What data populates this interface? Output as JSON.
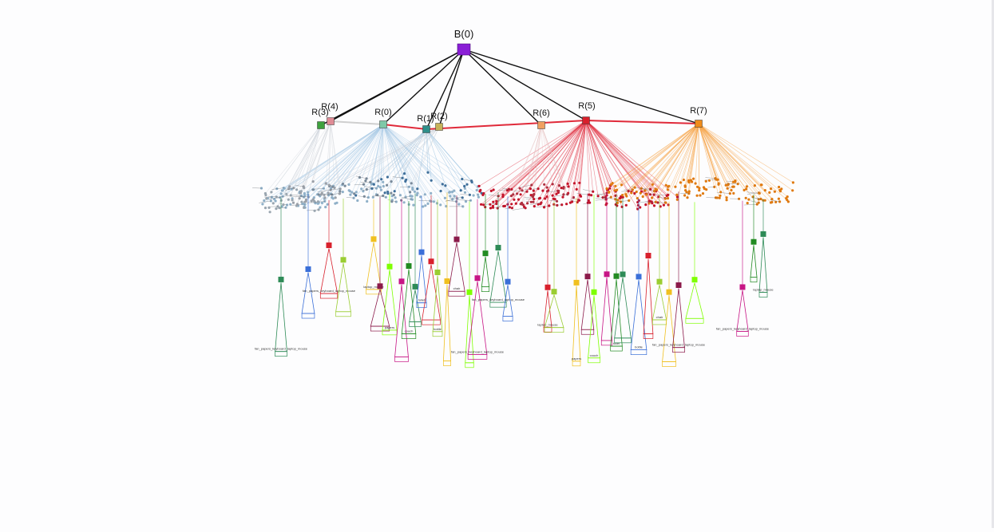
{
  "building": {
    "label": "B(0)",
    "color": "#8a1fd6"
  },
  "rooms": [
    {
      "label": "R(0)",
      "color": "#7fc8a8",
      "edge_color": "#a9cbe6",
      "node_color": "#8fb0c8"
    },
    {
      "label": "R(1)",
      "color": "#2f8f8a",
      "edge_color": "#7fb3d8",
      "node_color": "#3f6f9a"
    },
    {
      "label": "R(2)",
      "color": "#c6b35a",
      "edge_color": "#c8d0d8",
      "node_color": "#7a8a9a"
    },
    {
      "label": "R(3)",
      "color": "#3ea23e",
      "edge_color": "#cfd6dc",
      "node_color": "#9aa6b0"
    },
    {
      "label": "R(4)",
      "color": "#e08c96",
      "edge_color": "#d0d4d8",
      "node_color": "#9aa0a8"
    },
    {
      "label": "R(5)",
      "color": "#d8202c",
      "edge_color": "#e0303f",
      "node_color": "#c4142a"
    },
    {
      "label": "R(6)",
      "color": "#f0a060",
      "edge_color": "#e6c0c0",
      "node_color": "#b03040"
    },
    {
      "label": "R(7)",
      "color": "#f08c1a",
      "edge_color": "#f5a040",
      "node_color": "#e07a10"
    }
  ],
  "object_labels": [
    "fan_papers_keyboard_laptop_mouse",
    "fan_papers_keyboard_laptop_mouse",
    "fan_papers_keyboard_laptop_mouse",
    "fan_papers_keyboard_laptop_mouse",
    "laptop_mouse",
    "laptop_mouse",
    "papers",
    "papers",
    "couch",
    "couch",
    "toilet",
    "trashcan",
    "bottle",
    "chair",
    "chair",
    "cup"
  ]
}
